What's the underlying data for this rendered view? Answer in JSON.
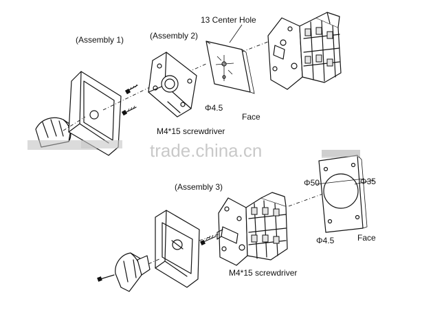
{
  "labels": {
    "assembly1": "(Assembly 1)",
    "assembly2": "(Assembly 2)",
    "assembly3": "(Assembly 3)",
    "center_hole": "13 Center Hole",
    "phi45_top": "Φ4.5",
    "face_top": "Face",
    "screwdriver_top": "M4*15 screwdriver",
    "phi50": "Φ50",
    "phi35": "Φ35",
    "phi45_bottom": "Φ4.5",
    "face_bottom": "Face",
    "screwdriver_bottom": "M4*15 screwdriver"
  },
  "watermark": "trade.china.cn"
}
